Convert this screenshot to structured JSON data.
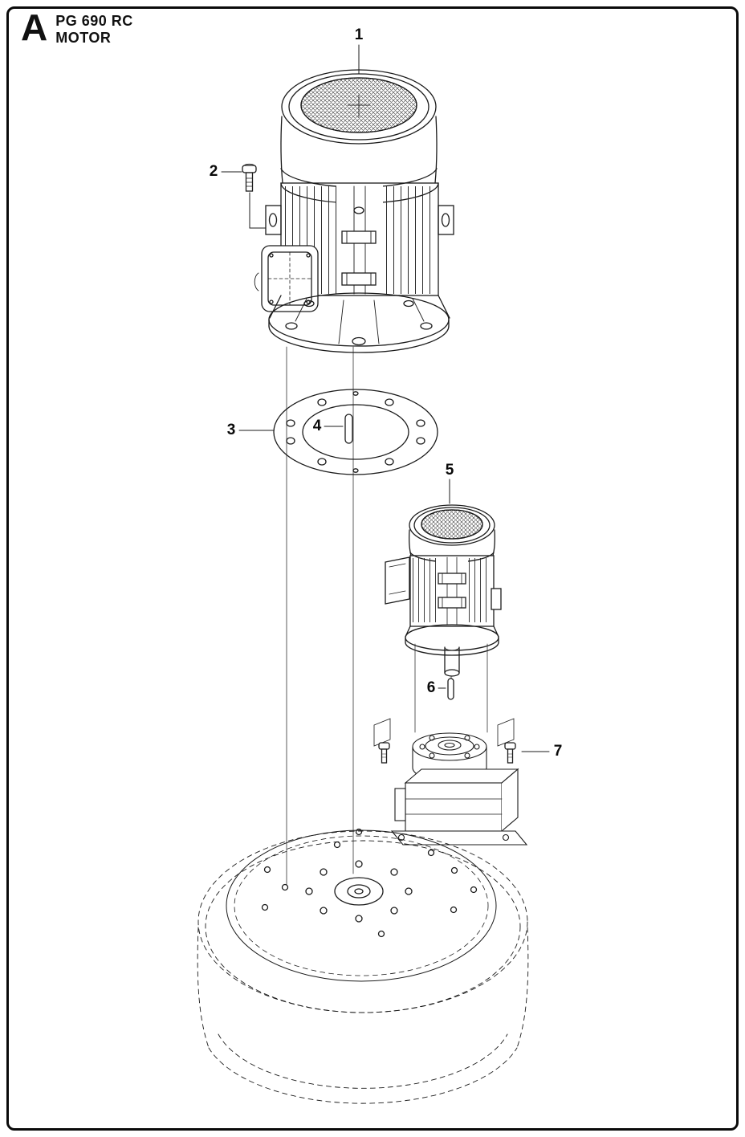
{
  "header": {
    "section": "A",
    "model": "PG 690 RC",
    "title": "MOTOR"
  },
  "callouts": [
    {
      "label": "1"
    },
    {
      "label": "2"
    },
    {
      "label": "3"
    },
    {
      "label": "4"
    },
    {
      "label": "5"
    },
    {
      "label": "6"
    },
    {
      "label": "7"
    }
  ]
}
